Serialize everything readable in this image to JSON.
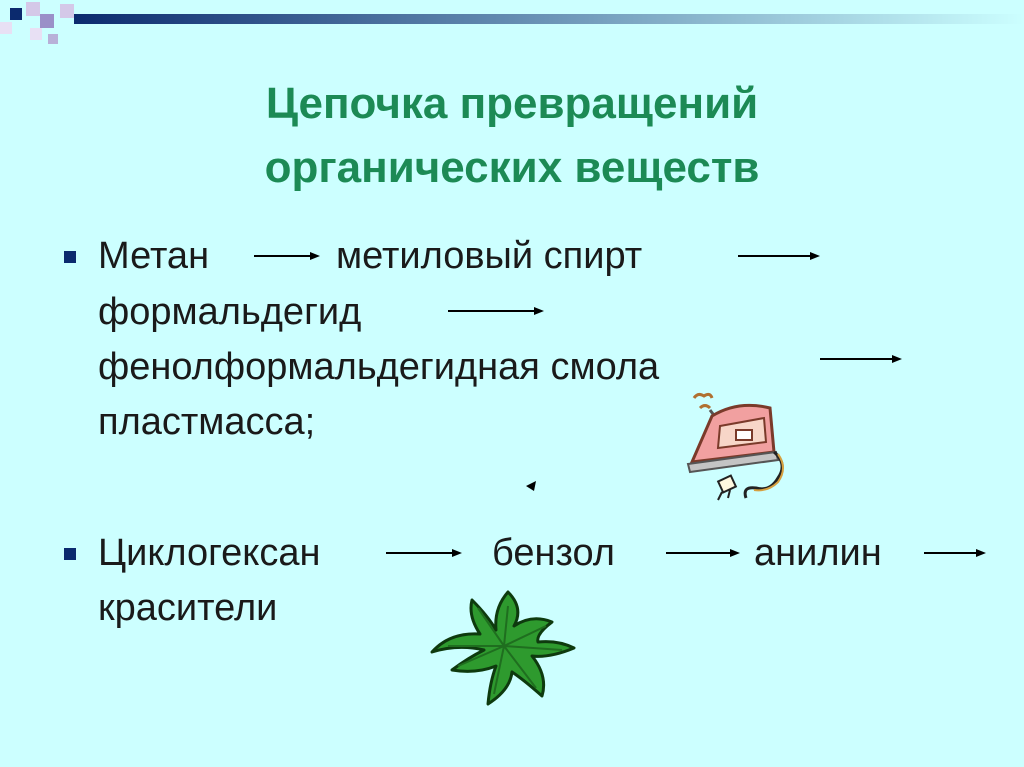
{
  "slide": {
    "title_line1": "Цепочка превращений",
    "title_line2": "органических веществ"
  },
  "chain1": {
    "methane": "Метан",
    "methanol": "метиловый спирт",
    "formaldehyde": "формальдегид",
    "resin": "фенолформальдегидная смола",
    "plastic": "пластмасса;"
  },
  "chain2": {
    "cyclohexane": "Циклогексан",
    "benzene": "бензол",
    "aniline": "анилин",
    "dyes": "красители"
  },
  "icons": {
    "iron": "iron-icon",
    "leaf": "leaf-icon"
  },
  "colors": {
    "background": "#ccffff",
    "title": "#1c8a55",
    "bullet": "#0b2a6e",
    "leaf": "#2e9a2e"
  }
}
